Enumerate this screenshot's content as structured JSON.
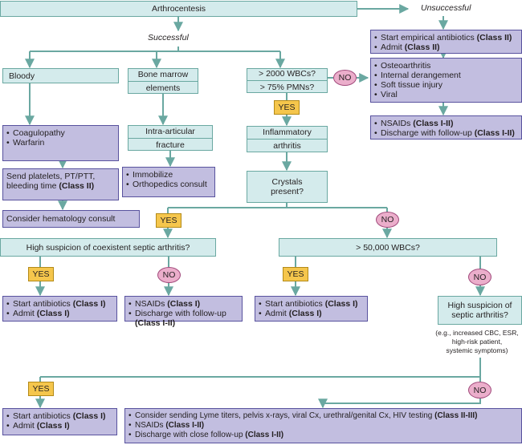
{
  "colors": {
    "decision_box": "#d4ebec",
    "action_box": "#c2bee0",
    "yes_badge": "#f5c64c",
    "no_badge": "#ebaecb",
    "connector": "#6aa8a1"
  },
  "start": "Arthrocentesis",
  "branch_labels": {
    "unsuccessful": "Unsuccessful",
    "successful": "Successful"
  },
  "unsuccessful_path": {
    "actions": [
      {
        "text": "Start empirical antibiotics ",
        "cls": "(Class II)"
      },
      {
        "text": "Admit ",
        "cls": "(Class II)"
      }
    ]
  },
  "wbc_decision": {
    "line1": "> 2000 WBCs?",
    "line2": "> 75% PMNs?",
    "yes": "YES",
    "no": "NO"
  },
  "noninflammatory": {
    "items": [
      "Osteoarthritis",
      "Internal derangement",
      "Soft tissue injury",
      "Viral"
    ]
  },
  "noninflammatory_actions": [
    {
      "text": "NSAIDs ",
      "cls": "(Class I-II)"
    },
    {
      "text": "Discharge with follow-up ",
      "cls": "(Class I-II)"
    }
  ],
  "bloody_path": {
    "header": "Bloody",
    "causes": [
      "Coagulopathy",
      "Warfarin"
    ],
    "labs": {
      "text": "Send platelets, PT/PTT, bleeding time ",
      "cls": "(Class II)"
    },
    "consult": "Consider hematology consult"
  },
  "marrow_path": {
    "header_line1": "Bone marrow",
    "header_line2": "elements",
    "diagnosis_line1": "Intra-articular",
    "diagnosis_line2": "fracture",
    "actions": [
      "Immobilize",
      "Orthopedics consult"
    ]
  },
  "inflammatory": {
    "line1": "Inflammatory",
    "line2": "arthritis"
  },
  "crystals": {
    "line1": "Crystals",
    "line2": "present?",
    "yes": "YES",
    "no": "NO"
  },
  "septic_suspicion": {
    "question": "High suspicion of coexistent septic arthritis?",
    "yes": "YES",
    "no": "NO",
    "yes_actions": [
      {
        "text": "Start antibiotics ",
        "cls": "(Class I)"
      },
      {
        "text": "Admit ",
        "cls": "(Class I)"
      }
    ],
    "no_actions": [
      {
        "text": "NSAIDs ",
        "cls": "(Class I)"
      },
      {
        "text": "Discharge with follow-up ",
        "cls": "(Class I-II)"
      }
    ]
  },
  "wbc_50000": {
    "question": "> 50,000 WBCs?",
    "yes": "YES",
    "no": "NO",
    "yes_actions": [
      {
        "text": "Start antibiotics ",
        "cls": "(Class I)"
      },
      {
        "text": "Admit ",
        "cls": "(Class I)"
      }
    ]
  },
  "high_suspicion": {
    "line1": "High suspicion of",
    "line2": "septic arthritis?",
    "examples_line1": "(e.g., increased CBC, ESR,",
    "examples_line2": "high-risk patient,",
    "examples_line3": "systemic symptoms)",
    "yes": "YES",
    "no": "NO"
  },
  "final_yes_actions": [
    {
      "text": "Start antibiotics ",
      "cls": "(Class I)"
    },
    {
      "text": "Admit ",
      "cls": "(Class I)"
    }
  ],
  "final_no_actions": [
    {
      "text": "Consider sending Lyme titers, pelvis x-rays, viral Cx, urethral/genital Cx, HIV testing ",
      "cls": "(Class II-III)"
    },
    {
      "text": "NSAIDs ",
      "cls": "(Class I-II)"
    },
    {
      "text": "Discharge with close follow-up ",
      "cls": "(Class I-II)"
    }
  ]
}
